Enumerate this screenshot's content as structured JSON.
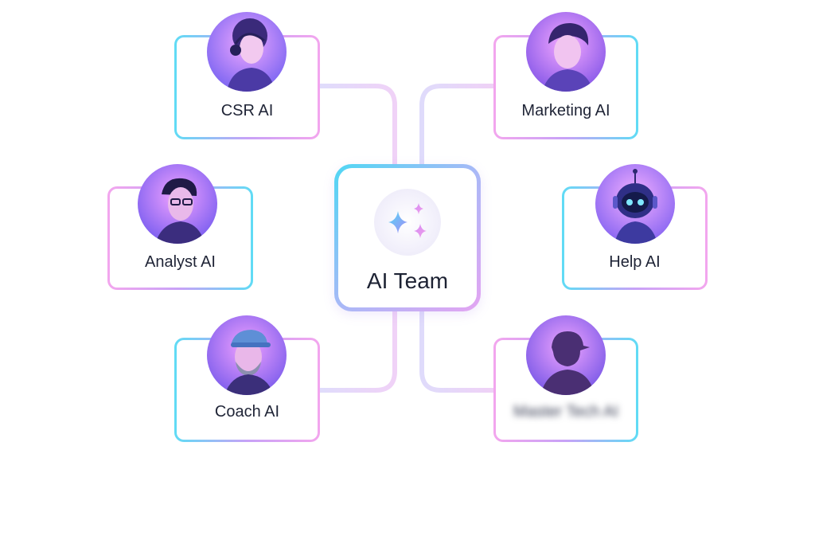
{
  "center": {
    "title": "AI Team",
    "icon": "sparkles-icon"
  },
  "agents": [
    {
      "id": "csr",
      "label": "CSR AI",
      "avatar": "person-headset-avatar"
    },
    {
      "id": "marketing",
      "label": "Marketing AI",
      "avatar": "person-portrait-avatar"
    },
    {
      "id": "analyst",
      "label": "Analyst AI",
      "avatar": "person-glasses-avatar"
    },
    {
      "id": "help",
      "label": "Help AI",
      "avatar": "robot-avatar"
    },
    {
      "id": "coach",
      "label": "Coach AI",
      "avatar": "person-cap-beard-avatar"
    },
    {
      "id": "mastertech",
      "label": "Master Tech AI",
      "avatar": "silhouette-avatar",
      "blurred": true
    }
  ],
  "colors": {
    "cyan": "#5fdcf5",
    "violet": "#c7a2f7",
    "pink": "#f3a6ee",
    "text": "#1f2436"
  }
}
